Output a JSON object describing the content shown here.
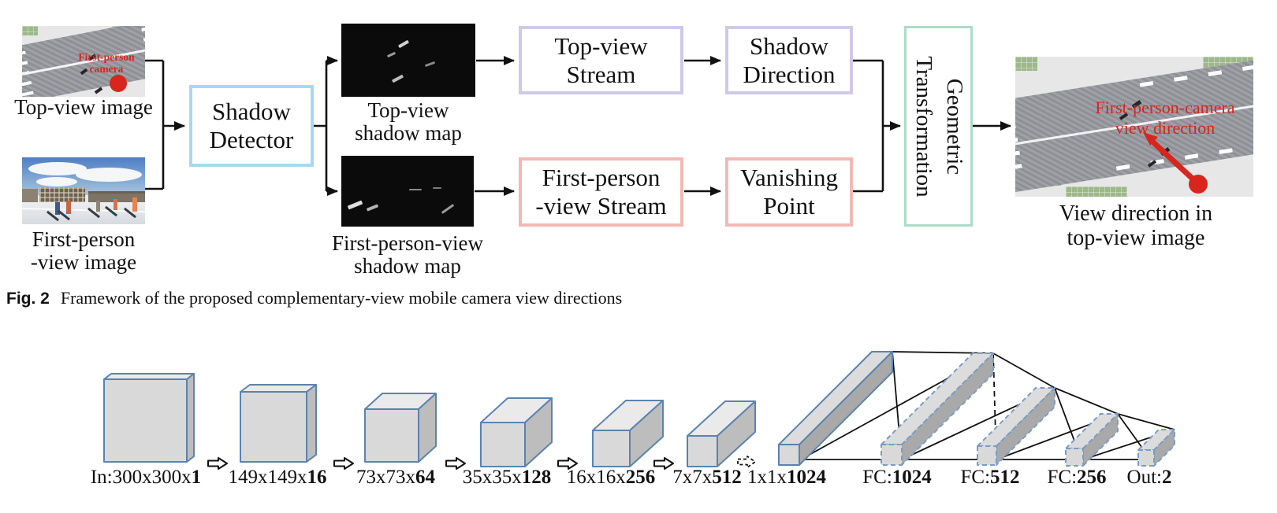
{
  "colors": {
    "shadow_detector_border": "#a6d8f2",
    "top_stream_border": "#cfc9e8",
    "bottom_stream_border": "#f2b9b4",
    "transform_border": "#abdcc8",
    "annotation_red": "#d9251d",
    "cnn_box_stroke": "#5b83ae",
    "cnn_box_fill": "#d9d9d9"
  },
  "pipeline": {
    "top_view_image": {
      "label": "Top-view image",
      "camera_note_line1": "First-person",
      "camera_note_line2": "camera"
    },
    "first_person_view_image": {
      "label_line1": "First-person",
      "label_line2": "-view image"
    },
    "shadow_detector": {
      "line1": "Shadow",
      "line2": "Detector"
    },
    "top_view_shadow_map": {
      "line1": "Top-view",
      "line2": "shadow map"
    },
    "first_person_view_shadow_map": {
      "line1": "First-person-view",
      "line2": "shadow map"
    },
    "top_view_stream": {
      "line1": "Top-view",
      "line2": "Stream"
    },
    "first_person_view_stream": {
      "line1": "First-person",
      "line2": "-view Stream"
    },
    "shadow_direction": {
      "line1": "Shadow",
      "line2": "Direction"
    },
    "vanishing_point": {
      "line1": "Vanishing",
      "line2": "Point"
    },
    "geometric_transformation": {
      "line1": "Geometric",
      "line2": "Transformation"
    },
    "output": {
      "note_line1": "First-person-camera",
      "note_line2": "view direction",
      "label_line1": "View direction in",
      "label_line2": "top-view image"
    }
  },
  "caption": {
    "fig_label": "Fig. 2",
    "text": "Framework of the proposed complementary-view mobile camera view directions"
  },
  "cnn": {
    "labels": [
      {
        "pre": "In:300x300x",
        "bold": "1"
      },
      {
        "pre": "149x149x",
        "bold": "16"
      },
      {
        "pre": "73x73x",
        "bold": "64"
      },
      {
        "pre": "35x35x",
        "bold": "128"
      },
      {
        "pre": "16x16x",
        "bold": "256"
      },
      {
        "pre": "7x7x",
        "bold": "512"
      },
      {
        "pre": "1x1x",
        "bold": "1024"
      },
      {
        "pre": "FC:",
        "bold": "1024"
      },
      {
        "pre": "FC:",
        "bold": "512"
      },
      {
        "pre": "FC:",
        "bold": "256"
      },
      {
        "pre": "Out:",
        "bold": "2"
      }
    ]
  }
}
